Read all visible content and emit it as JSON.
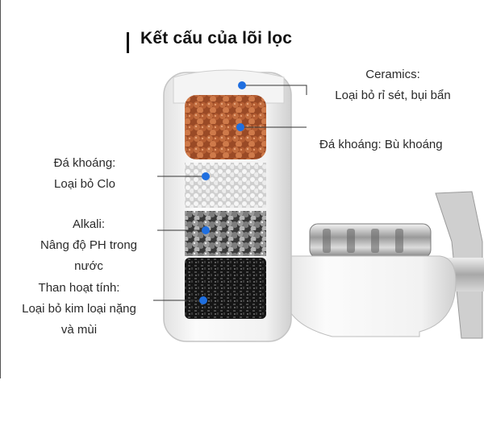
{
  "title": "Kết cấu của lõi lọc",
  "labels": {
    "ceramics": {
      "line1": "Ceramics:",
      "line2": "Loại bỏ rỉ sét, bụi bẩn"
    },
    "mineral_right": {
      "line1": "Đá khoáng: Bù khoáng"
    },
    "mineral_left": {
      "line1": "Đá khoáng:",
      "line2": "Loại bỏ Clo"
    },
    "alkali": {
      "line1": "Alkali:",
      "line2": "Nâng độ PH trong",
      "line3": "nước"
    },
    "carbon": {
      "line1": "Than hoạt tính:",
      "line2": "Loại bỏ kim loại nặng",
      "line3": "và mùi"
    }
  },
  "colors": {
    "marker": "#1f6fe0",
    "leader": "#333333"
  }
}
